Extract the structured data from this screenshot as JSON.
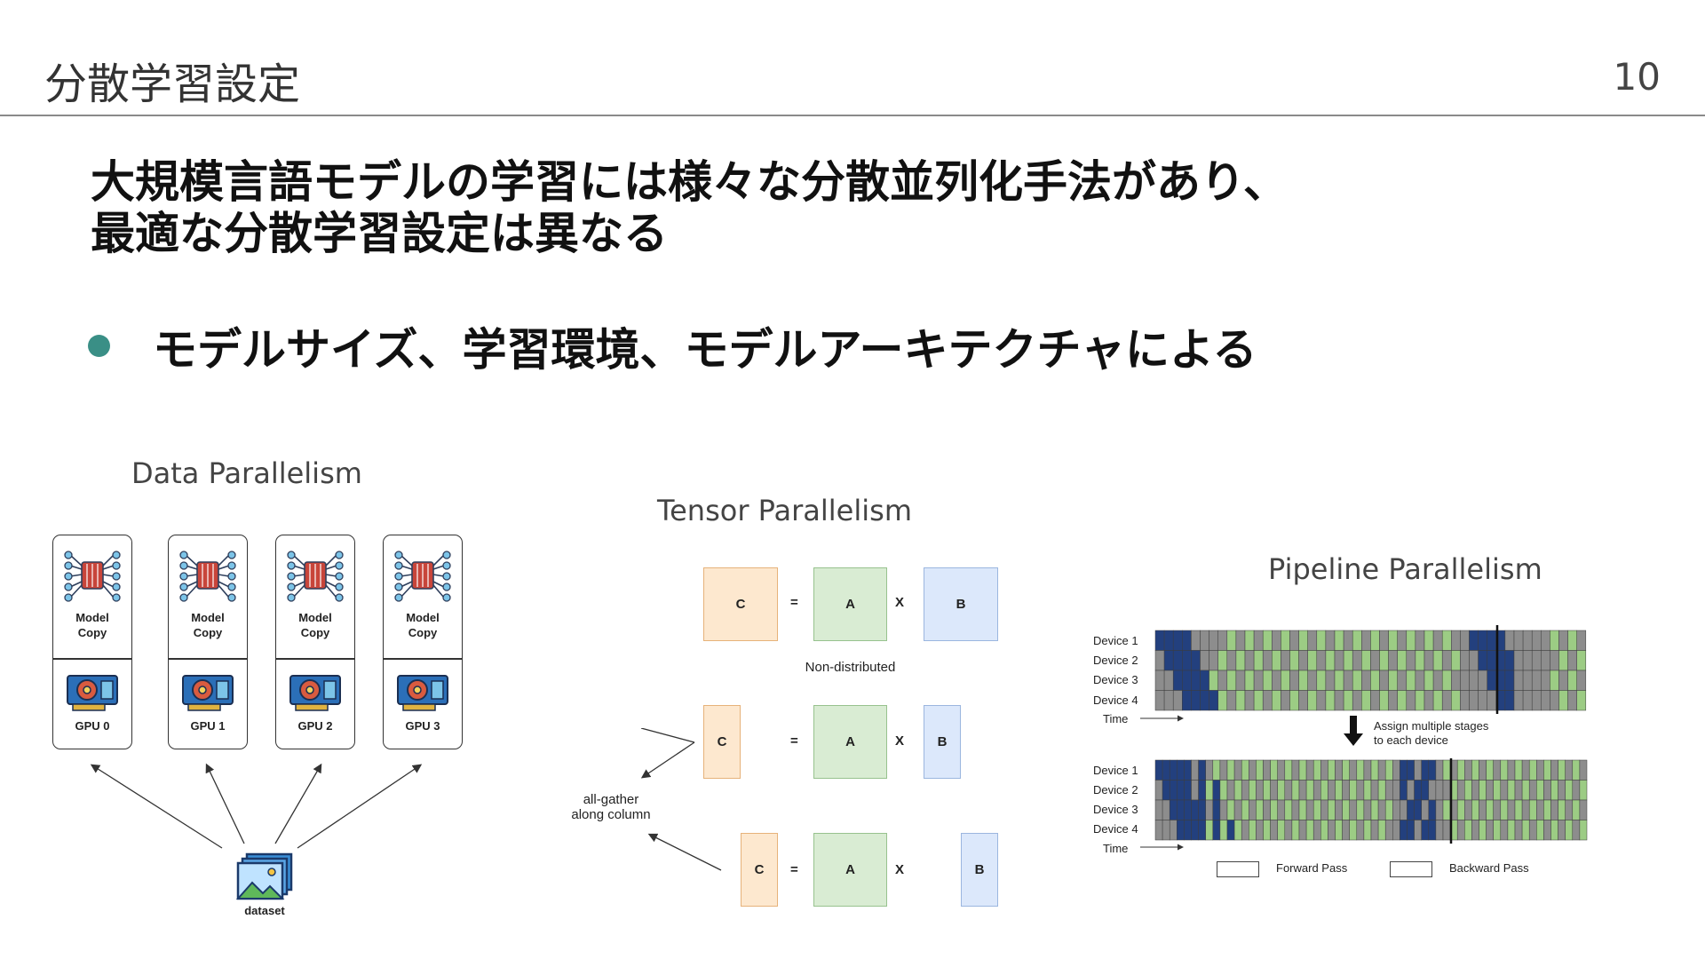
{
  "header": {
    "title": "分散学習設定",
    "page_number": "10"
  },
  "headline": {
    "line1": "大規模言語モデルの学習には様々な分散並列化手法があり、",
    "line2": "最適な分散学習設定は異なる"
  },
  "bullets": [
    {
      "text": "モデルサイズ、学習環境、モデルアーキテクチャによる"
    }
  ],
  "colors": {
    "accent_bullet": "#3a8f86",
    "forward": "#23407e",
    "backward": "#9ccc84",
    "idle": "#8d8d8d",
    "c_matrix": "#fde8cf",
    "a_matrix": "#d9ecd3",
    "b_matrix": "#dce8fb"
  },
  "data_parallelism": {
    "title": "Data Parallelism",
    "cards": [
      {
        "line1": "Model",
        "line2": "Copy",
        "gpu": "GPU 0",
        "icon": "neural-network-icon",
        "gpu_icon": "gpu-card-icon"
      },
      {
        "line1": "Model",
        "line2": "Copy",
        "gpu": "GPU 1",
        "icon": "neural-network-icon",
        "gpu_icon": "gpu-card-icon"
      },
      {
        "line1": "Model",
        "line2": "Copy",
        "gpu": "GPU 2",
        "icon": "neural-network-icon",
        "gpu_icon": "gpu-card-icon"
      },
      {
        "line1": "Model",
        "line2": "Copy",
        "gpu": "GPU 3",
        "icon": "neural-network-icon",
        "gpu_icon": "gpu-card-icon"
      }
    ],
    "dataset_label": "dataset",
    "dataset_icon": "images-stack-icon"
  },
  "tensor_parallelism": {
    "title": "Tensor Parallelism",
    "rows": [
      {
        "c": "C",
        "eq": "=",
        "a": "A",
        "x": "X",
        "b": "B"
      },
      {
        "c": "C",
        "eq": "=",
        "a": "A",
        "x": "X",
        "b": "B"
      },
      {
        "c": "C",
        "eq": "=",
        "a": "A",
        "x": "X",
        "b": "B"
      }
    ],
    "non_distributed_label": "Non-distributed",
    "all_gather_line1": "all-gather",
    "all_gather_line2": "along column"
  },
  "pipeline_parallelism": {
    "title": "Pipeline Parallelism",
    "devices": [
      "Device 1",
      "Device 2",
      "Device 3",
      "Device 4"
    ],
    "time_label": "Time",
    "assign_line1": "Assign multiple stages",
    "assign_line2": "to each device",
    "legend_forward": "Forward Pass",
    "legend_backward": "Backward Pass"
  }
}
